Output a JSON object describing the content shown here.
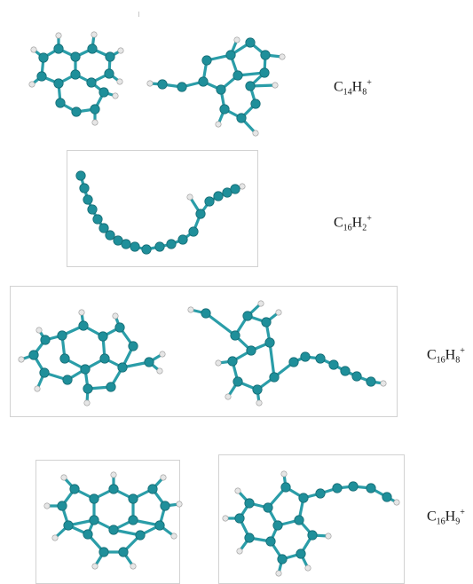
{
  "rows": [
    {
      "formula": {
        "c_count": "14",
        "h_count": "8",
        "charge": "+"
      }
    },
    {
      "formula": {
        "c_count": "16",
        "h_count": "2",
        "charge": "+"
      }
    },
    {
      "formula": {
        "c_count": "16",
        "h_count": "8",
        "charge": "+"
      }
    },
    {
      "formula": {
        "c_count": "16",
        "h_count": "9",
        "charge": "+"
      }
    }
  ],
  "colors": {
    "carbon": "#1f8f9a",
    "bond": "#2a9da8",
    "hydrogen": "#e6e6e6"
  }
}
